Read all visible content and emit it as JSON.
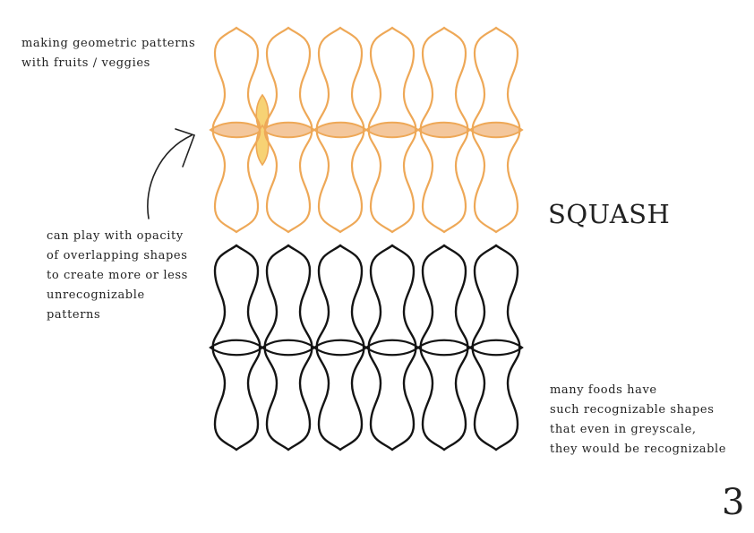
{
  "notes": {
    "top": "making geometric patterns\nwith fruits / veggies",
    "left": "can play with opacity\nof overlapping shapes\nto create more or less\nunrecognizable\npatterns",
    "right": "many foods have\nsuch recognizable shapes\nthat even in greyscale,\nthey would be recognizable"
  },
  "title": "SQUASH",
  "page_number": "3",
  "colors": {
    "orange_stroke": "#eea857",
    "orange_fill": "#f4c79c",
    "overlap_fill": "#f7d274",
    "black_stroke": "#141414"
  },
  "patterns": [
    {
      "name": "orange-squash-pattern",
      "style": "color",
      "columns": 6
    },
    {
      "name": "black-squash-pattern",
      "style": "greyscale",
      "columns": 6
    }
  ]
}
